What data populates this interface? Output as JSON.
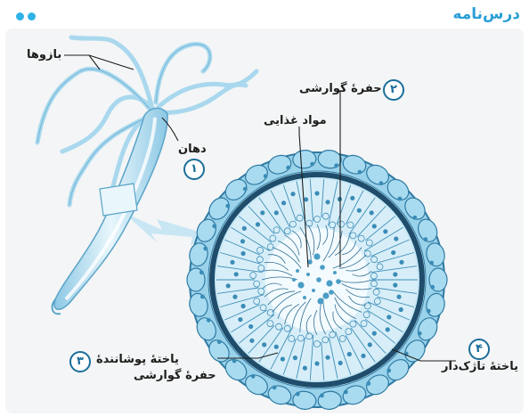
{
  "header": {
    "title": "درس‌نامه"
  },
  "labels": {
    "arms": "بازوها",
    "mouth": "دهان",
    "mouth_num": "۱",
    "cavity": "حفرهٔ گوارشی",
    "cavity_num": "۲",
    "food": "مواد غذایی",
    "lining_line1": "یاختهٔ پوشانندهٔ",
    "lining_line2": "حفرهٔ گوارشی",
    "lining_num": "۳",
    "flagellate": "یاختهٔ تاژک‌دار",
    "flagellate_num": "۴"
  },
  "colors": {
    "accent": "#2a9fd6",
    "body_light": "#cfeaf6",
    "body_mid": "#9fd3ec",
    "body_dark": "#1f5f84",
    "frame": "#eef2f3"
  }
}
